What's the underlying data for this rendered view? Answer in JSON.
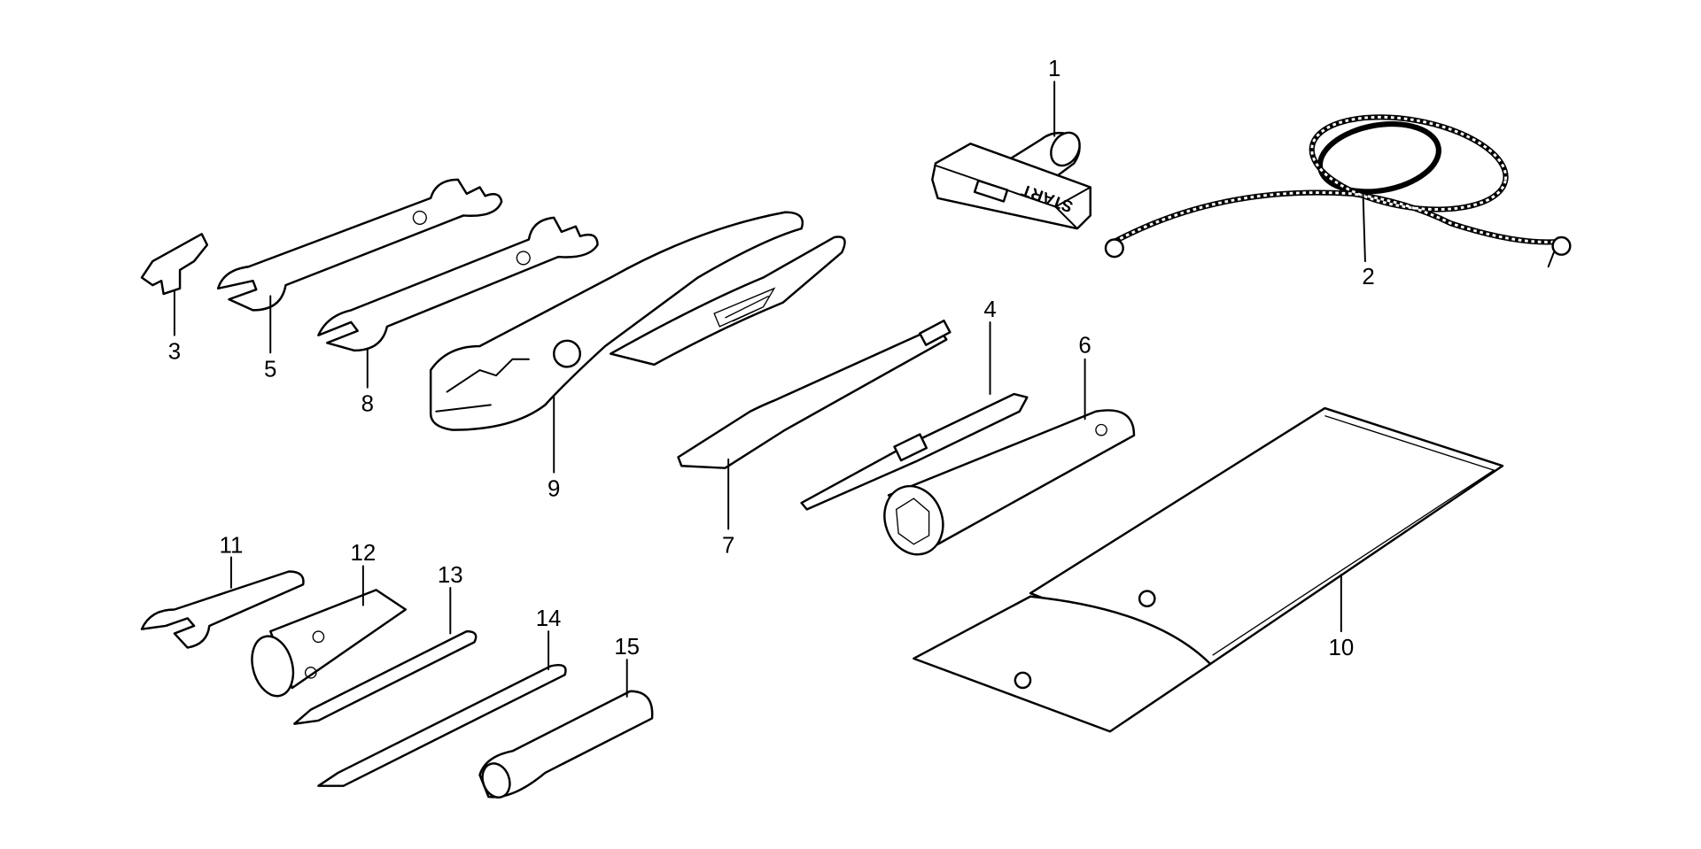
{
  "diagram": {
    "callouts": [
      {
        "number": "1",
        "part": "starter-handle"
      },
      {
        "number": "2",
        "part": "starter-rope"
      },
      {
        "number": "3",
        "part": "clip"
      },
      {
        "number": "4",
        "part": "screwdriver-bit"
      },
      {
        "number": "5",
        "part": "open-end-wrench"
      },
      {
        "number": "6",
        "part": "spark-plug-wrench"
      },
      {
        "number": "7",
        "part": "screwdriver-handle-flat"
      },
      {
        "number": "8",
        "part": "open-end-wrench"
      },
      {
        "number": "9",
        "part": "pliers"
      },
      {
        "number": "10",
        "part": "tool-bag"
      },
      {
        "number": "11",
        "part": "small-wrench"
      },
      {
        "number": "12",
        "part": "box-socket-wrench"
      },
      {
        "number": "13",
        "part": "phillips-screwdriver"
      },
      {
        "number": "14",
        "part": "flat-screwdriver"
      },
      {
        "number": "15",
        "part": "screwdriver-grip"
      }
    ],
    "handle_text": "START"
  }
}
